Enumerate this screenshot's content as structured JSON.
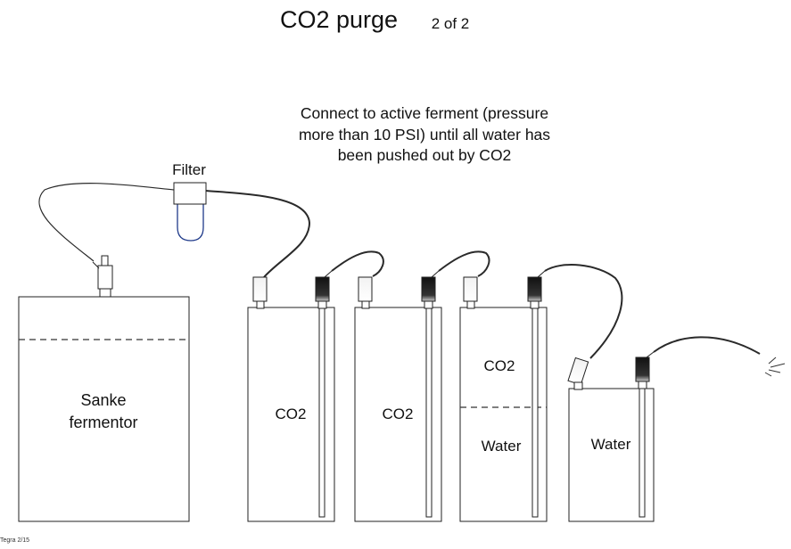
{
  "title": "CO2 purge",
  "page_indicator": "2 of 2",
  "instruction_lines": [
    "Connect to active ferment (pressure",
    "more than 10 PSI) until all water has",
    "been pushed out by CO2"
  ],
  "filter_label": "Filter",
  "sanke_label_lines": [
    "Sanke",
    "fermentor"
  ],
  "kegs": [
    {
      "upper_label": "CO2",
      "lower_label": ""
    },
    {
      "upper_label": "CO2",
      "lower_label": ""
    },
    {
      "upper_label": "CO2",
      "lower_label": "Water"
    },
    {
      "upper_label": "Water",
      "lower_label": ""
    }
  ],
  "footer": "Tegra 2/15",
  "colors": {
    "line": "#222222",
    "dashed": "#333333",
    "filter_bowl": "#1f3a8a",
    "tube": "#2a2a2a"
  }
}
